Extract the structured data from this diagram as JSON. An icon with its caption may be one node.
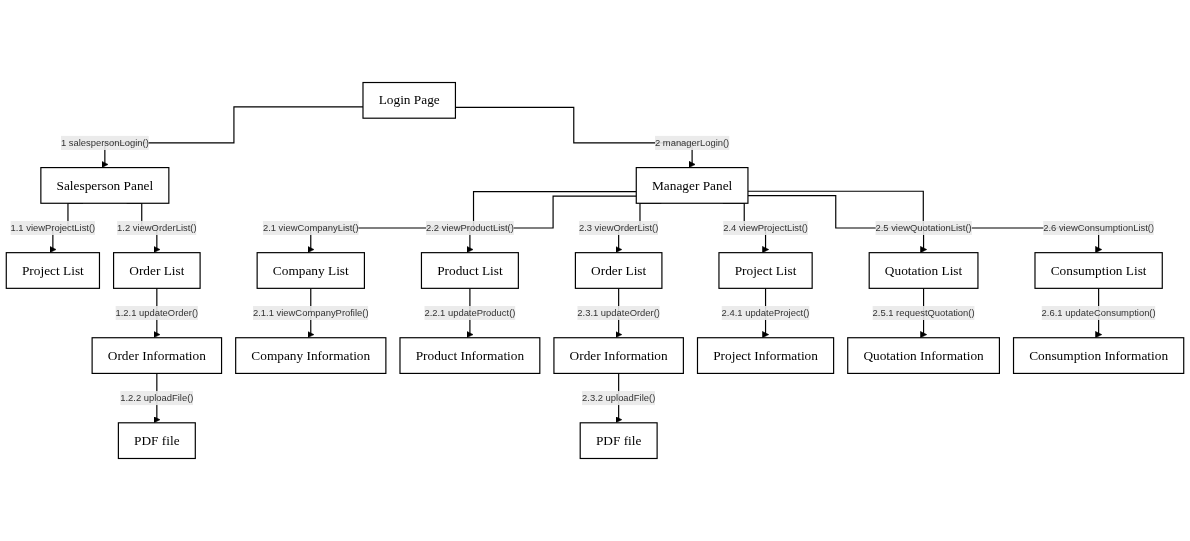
{
  "diagram": {
    "nodes": [
      {
        "text": [
          "Login Page"
        ]
      },
      {
        "text": [
          "Salesperson Panel"
        ]
      },
      {
        "text": [
          "Manager Panel"
        ]
      },
      {
        "text": [
          "Project List"
        ]
      },
      {
        "text": [
          "Order List"
        ]
      },
      {
        "text": [
          "Order Information"
        ]
      },
      {
        "text": [
          "PDF file"
        ]
      },
      {
        "text": [
          "Company List"
        ]
      },
      {
        "text": [
          "Product List"
        ]
      },
      {
        "text": [
          "Order List"
        ]
      },
      {
        "text": [
          "Project List"
        ]
      },
      {
        "text": [
          "Quotation List"
        ]
      },
      {
        "text": [
          "Consumption List"
        ]
      },
      {
        "text": [
          "Company Information"
        ]
      },
      {
        "text": [
          "Product Information"
        ]
      },
      {
        "text": [
          "Order Information"
        ]
      },
      {
        "text": [
          "Project Information"
        ]
      },
      {
        "text": [
          "Quotation Information"
        ]
      },
      {
        "text": [
          "Consumption Information"
        ]
      },
      {
        "text": [
          "PDF file"
        ]
      }
    ],
    "edges": [
      {
        "from": 0,
        "to": 1,
        "arrow": "to",
        "label": "1 salespersonLogin()"
      },
      {
        "from": 0,
        "to": 2,
        "arrow": "to",
        "label": "2 managerLogin()"
      },
      {
        "from": 1,
        "to": 3,
        "arrow": "to",
        "label": "1.1 viewProjectList()"
      },
      {
        "from": 1,
        "to": 4,
        "arrow": "to",
        "label": "1.2 viewOrderList()"
      },
      {
        "from": 4,
        "to": 5,
        "arrow": "to",
        "label": "1.2.1 updateOrder()"
      },
      {
        "from": 5,
        "to": 6,
        "arrow": "to",
        "label": "1.2.2 uploadFile()"
      },
      {
        "from": 2,
        "to": 7,
        "arrow": "to",
        "label": "2.1 viewCompanyList()"
      },
      {
        "from": 2,
        "to": 8,
        "arrow": "to",
        "label": "2.2 viewProductList()"
      },
      {
        "from": 2,
        "to": 9,
        "arrow": "to",
        "label": "2.3 viewOrderList()"
      },
      {
        "from": 2,
        "to": 10,
        "arrow": "to",
        "label": "2.4 viewProjectList()"
      },
      {
        "from": 2,
        "to": 11,
        "arrow": "to",
        "label": "2.5 viewQuotationList()"
      },
      {
        "from": 2,
        "to": 12,
        "arrow": "to",
        "label": "2.6 viewConsumptionList()"
      },
      {
        "from": 7,
        "to": 13,
        "arrow": "to",
        "label": "2.1.1 viewCompanyProfile()"
      },
      {
        "from": 8,
        "to": 14,
        "arrow": "to",
        "label": "2.2.1 updateProduct()"
      },
      {
        "from": 9,
        "to": 15,
        "arrow": "to",
        "label": "2.3.1 updateOrder()"
      },
      {
        "from": 10,
        "to": 16,
        "arrow": "to",
        "label": "2.4.1 updateProject()"
      },
      {
        "from": 11,
        "to": 17,
        "arrow": "to",
        "label": "2.5.1 requestQuotation()"
      },
      {
        "from": 12,
        "to": 18,
        "arrow": "to",
        "label": "2.6.1 updateConsumption()"
      },
      {
        "from": 15,
        "to": 19,
        "arrow": "to",
        "label": "2.3.2 uploadFile()"
      }
    ]
  }
}
